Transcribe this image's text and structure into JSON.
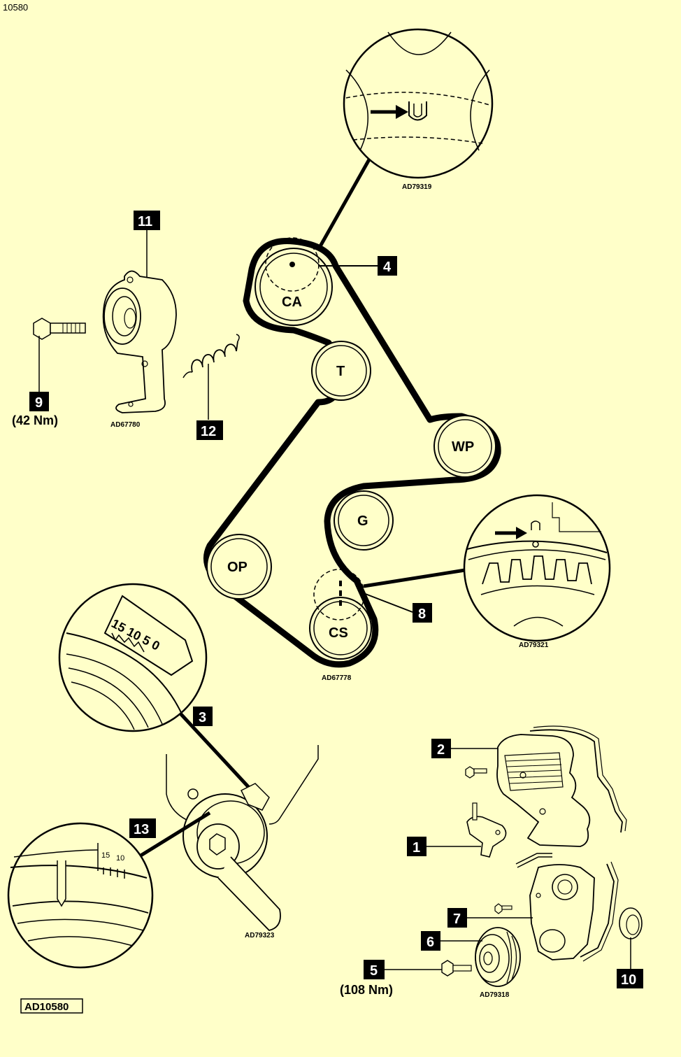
{
  "header": {
    "top_code": "10580",
    "bottom_code": "AD10580"
  },
  "ref_codes": {
    "inset_cam": "AD79319",
    "belt_layout": "AD67778",
    "tensioner": "AD67780",
    "inset_crank": "AD79321",
    "tension_tool": "AD79323",
    "covers": "AD79318"
  },
  "pulleys": {
    "ca": "CA",
    "t": "T",
    "wp": "WP",
    "g": "G",
    "op": "OP",
    "cs": "CS"
  },
  "callouts": {
    "c1": "1",
    "c2": "2",
    "c3": "3",
    "c4": "4",
    "c5": "5",
    "c6": "6",
    "c7": "7",
    "c8": "8",
    "c9": "9",
    "c10": "10",
    "c11": "11",
    "c12": "12",
    "c13": "13"
  },
  "torques": {
    "t9": "(42 Nm)",
    "t5": "(108 Nm)"
  },
  "gauge": {
    "scale_main": "15 10 5 0",
    "scale_small_a": "15",
    "scale_small_b": "10"
  }
}
